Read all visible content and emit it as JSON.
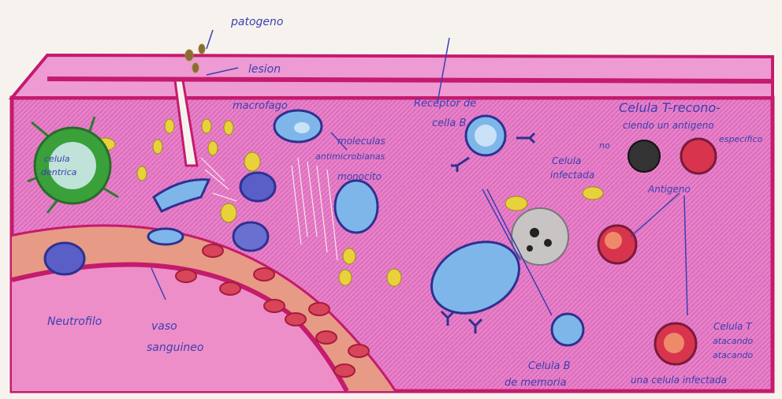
{
  "labels": {
    "patogeno": "patogeno",
    "lesion": "lesion",
    "macrofago": "macrofago",
    "receptor_line1": "Receptor de",
    "receptor_line2": "cella B",
    "celula_t_line1": "Celula T-recono-",
    "celula_t_line2": "ciendo un antigeno",
    "celula_t_line3": "especifico",
    "celula_dentrica_line1": "celula",
    "celula_dentrica_line2": "dentrica",
    "moleculas_line1": "moleculas",
    "moleculas_line2": "antimicrobianas",
    "monocito": "monocito",
    "celula_no_infectada_line1": "no",
    "celula_no_infectada_line2": "Celula",
    "celula_no_infectada_line3": "infectada",
    "antigeno": "Antigeno",
    "neutrofilo": "Neutrofilo",
    "vaso_line1": "vaso",
    "vaso_line2": "sanguineo",
    "celula_b_memoria_line1": "Celula B",
    "celula_b_memoria_line2": "de memoria",
    "celula_t_atacando_line1": "Celula T",
    "celula_t_atacando_line2": "atacando",
    "celula_t_atacando_line3": "atacando",
    "celula_t_atacando_line4": "una celula infectada"
  },
  "colors": {
    "skin": "#e37fc6",
    "skin_dark": "#c9459e",
    "border": "#c41b6d",
    "vessel": "#e08a7a",
    "rbc": "#c9374a",
    "blue_cell": "#7fb6ea",
    "purple_cell": "#5a5fc8",
    "green_cell": "#3aa03a",
    "yellow": "#e8d13a",
    "label": "#3b3fb0"
  },
  "icons": [
    "pathogen-icon",
    "cell-icon",
    "antibody-icon",
    "red-blood-cell-icon"
  ]
}
